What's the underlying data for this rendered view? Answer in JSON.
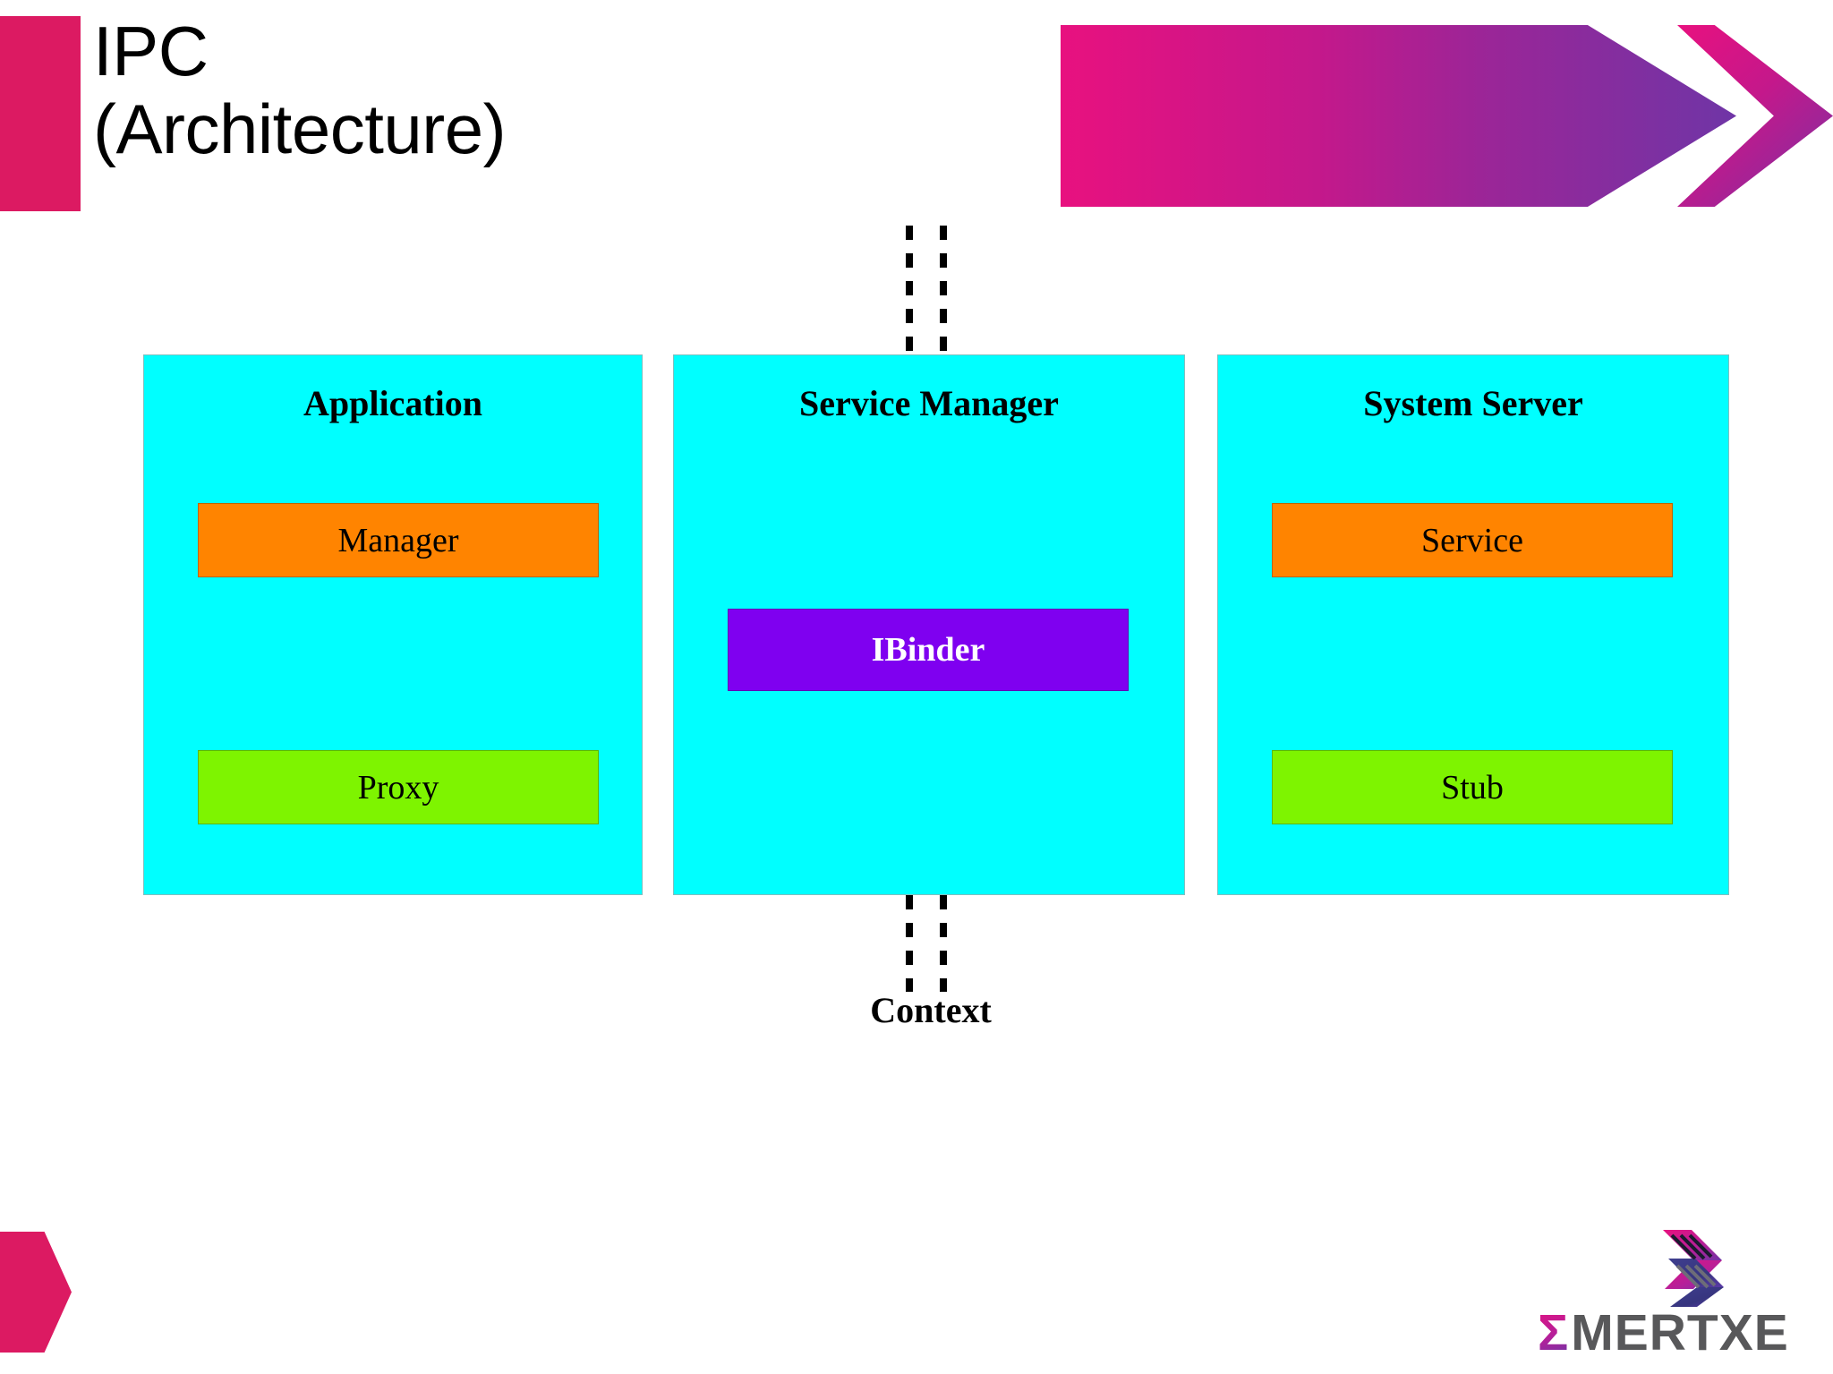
{
  "slide": {
    "title": "IPC\n(Architecture)",
    "background_color": "#ffffff"
  },
  "theme": {
    "accent_pink": "#dc1a62",
    "banner_gradient_start": "#e8117f",
    "banner_gradient_end": "#6f35a6",
    "box_cyan": "#00ffff",
    "chip_orange": "#ff8400",
    "chip_green": "#7ef400",
    "chip_purple": "#7f00f0",
    "text_black": "#000000",
    "logo_gray": "#58585a"
  },
  "diagram": {
    "type": "architecture-block-diagram",
    "boundary_label": "Context",
    "boxes": [
      {
        "id": "application",
        "title": "Application",
        "components": [
          {
            "id": "manager",
            "label": "Manager",
            "color": "#ff8400"
          },
          {
            "id": "proxy",
            "label": "Proxy",
            "color": "#7ef400"
          }
        ]
      },
      {
        "id": "service-manager",
        "title": "Service Manager",
        "components": [
          {
            "id": "ibinder",
            "label": "IBinder",
            "color": "#7f00f0"
          }
        ]
      },
      {
        "id": "system-server",
        "title": "System Server",
        "components": [
          {
            "id": "service",
            "label": "Service",
            "color": "#ff8400"
          },
          {
            "id": "stub",
            "label": "Stub",
            "color": "#7ef400"
          }
        ]
      }
    ]
  },
  "brand": {
    "sigma": "Σ",
    "name": "MERTXE"
  }
}
